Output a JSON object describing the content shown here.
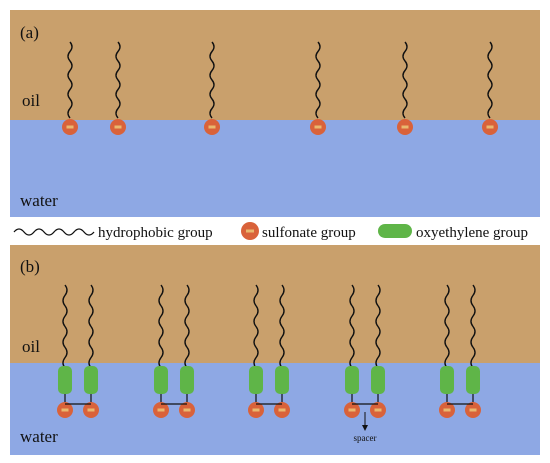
{
  "colors": {
    "oil": "#c9a06c",
    "water": "#8ea8e4",
    "sulfonate": "#d9623a",
    "sulfonate_mark": "#e9b86e",
    "oxyethylene": "#5fb548",
    "chain": "#111111"
  },
  "panel_a": {
    "label": "(a)",
    "oil_label": "oil",
    "water_label": "water",
    "surfactant_count": 6
  },
  "legend": {
    "hydrophobic": "hydrophobic group",
    "sulfonate": "sulfonate group",
    "oxyethylene": "oxyethylene group"
  },
  "panel_b": {
    "label": "(b)",
    "oil_label": "oil",
    "water_label": "water",
    "gemini_count": 5,
    "spacer_label": "spacer"
  }
}
